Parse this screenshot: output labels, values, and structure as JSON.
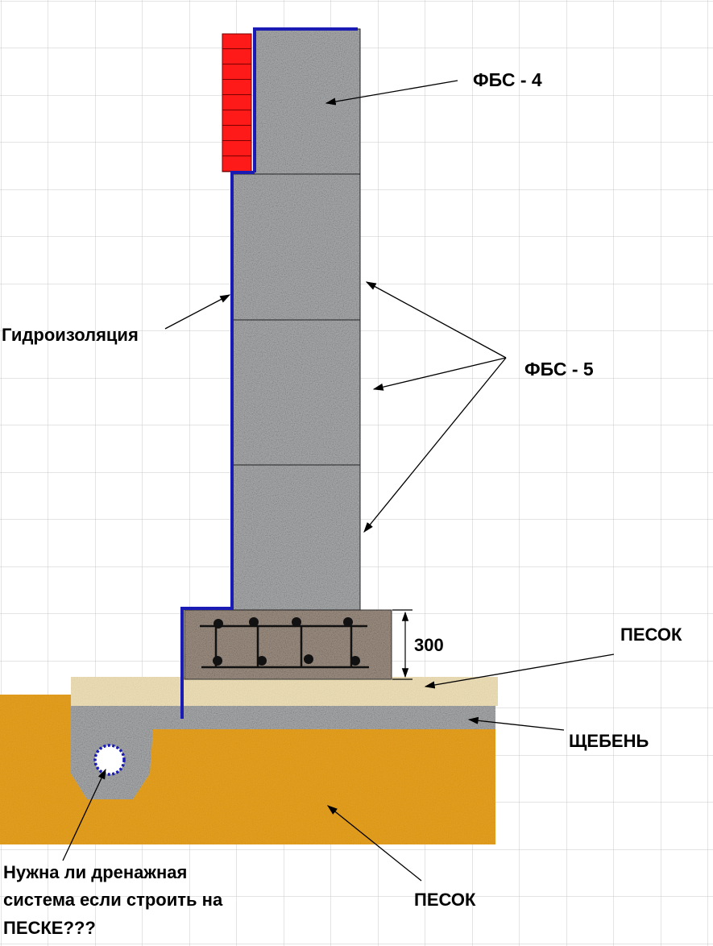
{
  "labels": {
    "fbs4": "ФБС - 4",
    "fbs5": "ФБС - 5",
    "waterproofing": "Гидроизоляция",
    "dimension_300": "300",
    "sand_top": "ПЕСОК",
    "gravel": "ЩЕБЕНЬ",
    "sand_bottom": "ПЕСОК",
    "question": [
      "Нужна ли дренажная",
      "система если строить на",
      "ПЕСКЕ???"
    ]
  },
  "colors": {
    "grid": "#c8c8c8",
    "concrete": "#a9abad",
    "brick": "#ff1a1a",
    "waterproofing": "#1a1ab4",
    "slab": "#9e8f82",
    "sand_layer": "#f1e2b9",
    "soil_sand": "#e9a21f",
    "drain_pipe": "#1a1ab4"
  }
}
